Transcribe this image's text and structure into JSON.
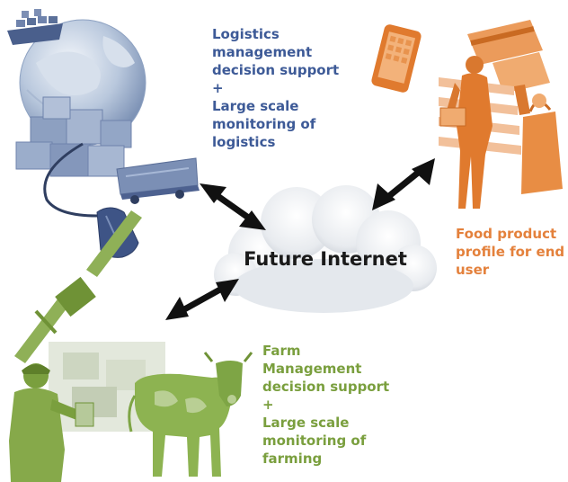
{
  "center": {
    "label": "Future Internet"
  },
  "logistics": {
    "lines": [
      "Logistics",
      "management",
      "decision support",
      "+",
      "Large scale",
      "monitoring of",
      "logistics"
    ]
  },
  "food": {
    "lines": [
      "Food product",
      "profile for end",
      "user"
    ]
  },
  "farm": {
    "lines": [
      "Farm",
      "Management",
      "decision support",
      "+",
      "Large scale",
      "monitoring of",
      "farming"
    ]
  },
  "colors": {
    "logistics": "#3d5a97",
    "food": "#e4813c",
    "farm": "#7a9f3e",
    "arrow": "#111111",
    "cloud": "#eceff3"
  },
  "icons": [
    "globe-icon",
    "ship-icon",
    "boxes-icon",
    "truck-icon",
    "mouse-icon",
    "smartphone-icon",
    "credit-card-icon",
    "shopper-icon",
    "shopping-bag-icon",
    "satellite-icon",
    "farmer-icon",
    "cow-icon"
  ]
}
